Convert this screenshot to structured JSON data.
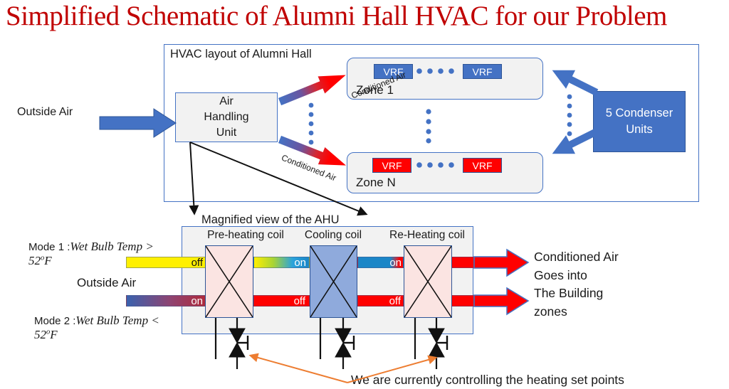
{
  "title": "Simplified Schematic of Alumni Hall HVAC for our Problem",
  "colors": {
    "title_red": "#C00000",
    "accent_blue": "#4472C4",
    "dark_blue": "#2E5597",
    "bright_red": "#FF0000",
    "steel_blue": "#1B86C7",
    "yellow": "#FFF000",
    "coil_pink": "#FBE4E2",
    "cooling_blue": "#8FAADC",
    "panel_gray": "#F2F2F2",
    "annotation_orange": "#ED7D31"
  },
  "top_diagram": {
    "label": "HVAC layout of Alumni Hall",
    "outside_air_label": "Outside Air",
    "ahu_lines": [
      "Air",
      "Handling",
      "Unit"
    ],
    "duct_label_zone1": "Conditioned Air",
    "duct_label_zoneN": "Conditioned Air",
    "zone1": {
      "label": "Zone 1",
      "vrf_left": "VRF",
      "vrf_right": "VRF"
    },
    "zoneN": {
      "label": "Zone N",
      "vrf_left": "VRF",
      "vrf_right": "VRF"
    },
    "condenser_lines": [
      "5 Condenser",
      "Units"
    ]
  },
  "ahu_view": {
    "label": "Magnified view of the AHU",
    "coil_labels": [
      "Pre-heating coil",
      "Cooling coil",
      "Re-Heating coil"
    ],
    "mode1": {
      "label": "Mode 1 :",
      "condition": "Wet Bulb Temp >",
      "temp": "52",
      "deg": "o",
      "unit": "F"
    },
    "mode2": {
      "label": "Mode 2 :",
      "condition": "Wet Bulb Temp <",
      "temp": "52",
      "deg": "o",
      "unit": "F"
    },
    "outside_air_label": "Outside Air",
    "mode1_states": [
      "off",
      "on",
      "on"
    ],
    "mode2_states": [
      "on",
      "off",
      "off"
    ],
    "output_lines": [
      "Conditioned Air",
      "Goes into",
      "The Building",
      "zones"
    ],
    "annotation": "We are currently controlling the heating set points"
  }
}
